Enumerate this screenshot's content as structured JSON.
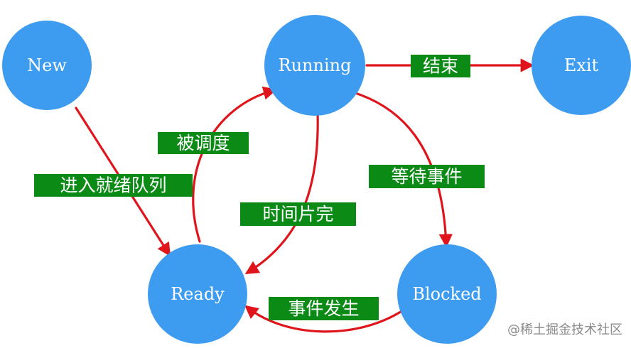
{
  "states": {
    "new": "New",
    "running": "Running",
    "exit": "Exit",
    "ready": "Ready",
    "blocked": "Blocked"
  },
  "transitions": {
    "new_to_ready": "进入就绪队列",
    "ready_to_running": "被调度",
    "running_to_ready": "时间片完",
    "running_to_exit": "结束",
    "running_to_blocked": "等待事件",
    "blocked_to_ready": "事件发生"
  },
  "watermark": "@稀土掘金技术社区",
  "colors": {
    "state_fill": "#3d9bf0",
    "arrow": "#e0151c",
    "label_background": "#0b8a16",
    "label_text": "#ffffff"
  }
}
